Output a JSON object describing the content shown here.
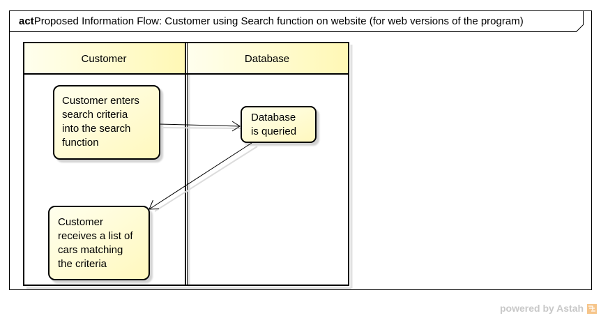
{
  "diagram": {
    "frame_keyword": "act",
    "frame_title": "Proposed Information Flow: Customer using Search function on website (for web versions of the program)",
    "lanes": [
      {
        "name": "Customer"
      },
      {
        "name": "Database"
      }
    ],
    "actions": [
      {
        "id": "a1",
        "lines": [
          "Customer enters",
          "search criteria",
          "into the search",
          "function"
        ]
      },
      {
        "id": "a2",
        "lines": [
          "Database",
          "is queried"
        ]
      },
      {
        "id": "a3",
        "lines": [
          "Customer",
          "receives a list of",
          "cars matching",
          "the criteria"
        ]
      }
    ],
    "flows": [
      {
        "from": "a1",
        "to": "a2"
      },
      {
        "from": "a2",
        "to": "a3"
      }
    ],
    "colors": {
      "node_fill": "#fffdd7",
      "node_fill_light": "#ffffee",
      "header_fill": "#fffcc4",
      "stroke": "#000000"
    }
  },
  "footer": {
    "powered_text": "powered by Astah"
  }
}
